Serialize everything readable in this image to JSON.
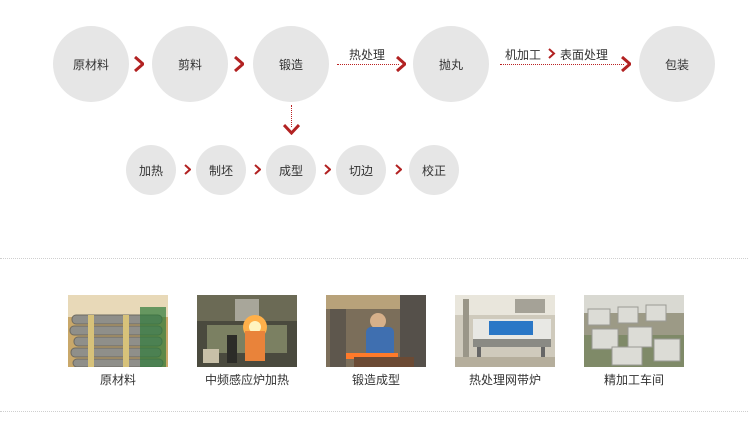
{
  "process": {
    "main_steps": [
      "原材料",
      "剪料",
      "锻造",
      "抛丸",
      "包装"
    ],
    "sub_steps": [
      "加热",
      "制坯",
      "成型",
      "切边",
      "校正"
    ],
    "heat_treatment_label": "热处理",
    "machining_label": "机加工",
    "surface_label": "表面处理",
    "accent_color": "#b22222"
  },
  "gallery": [
    {
      "caption": "原材料",
      "icon": "steel-bars-photo"
    },
    {
      "caption": "中频感应炉加热",
      "icon": "induction-furnace-photo"
    },
    {
      "caption": "锻造成型",
      "icon": "forging-photo"
    },
    {
      "caption": "热处理网带炉",
      "icon": "mesh-belt-furnace-photo"
    },
    {
      "caption": "精加工车间",
      "icon": "machining-workshop-photo"
    }
  ]
}
